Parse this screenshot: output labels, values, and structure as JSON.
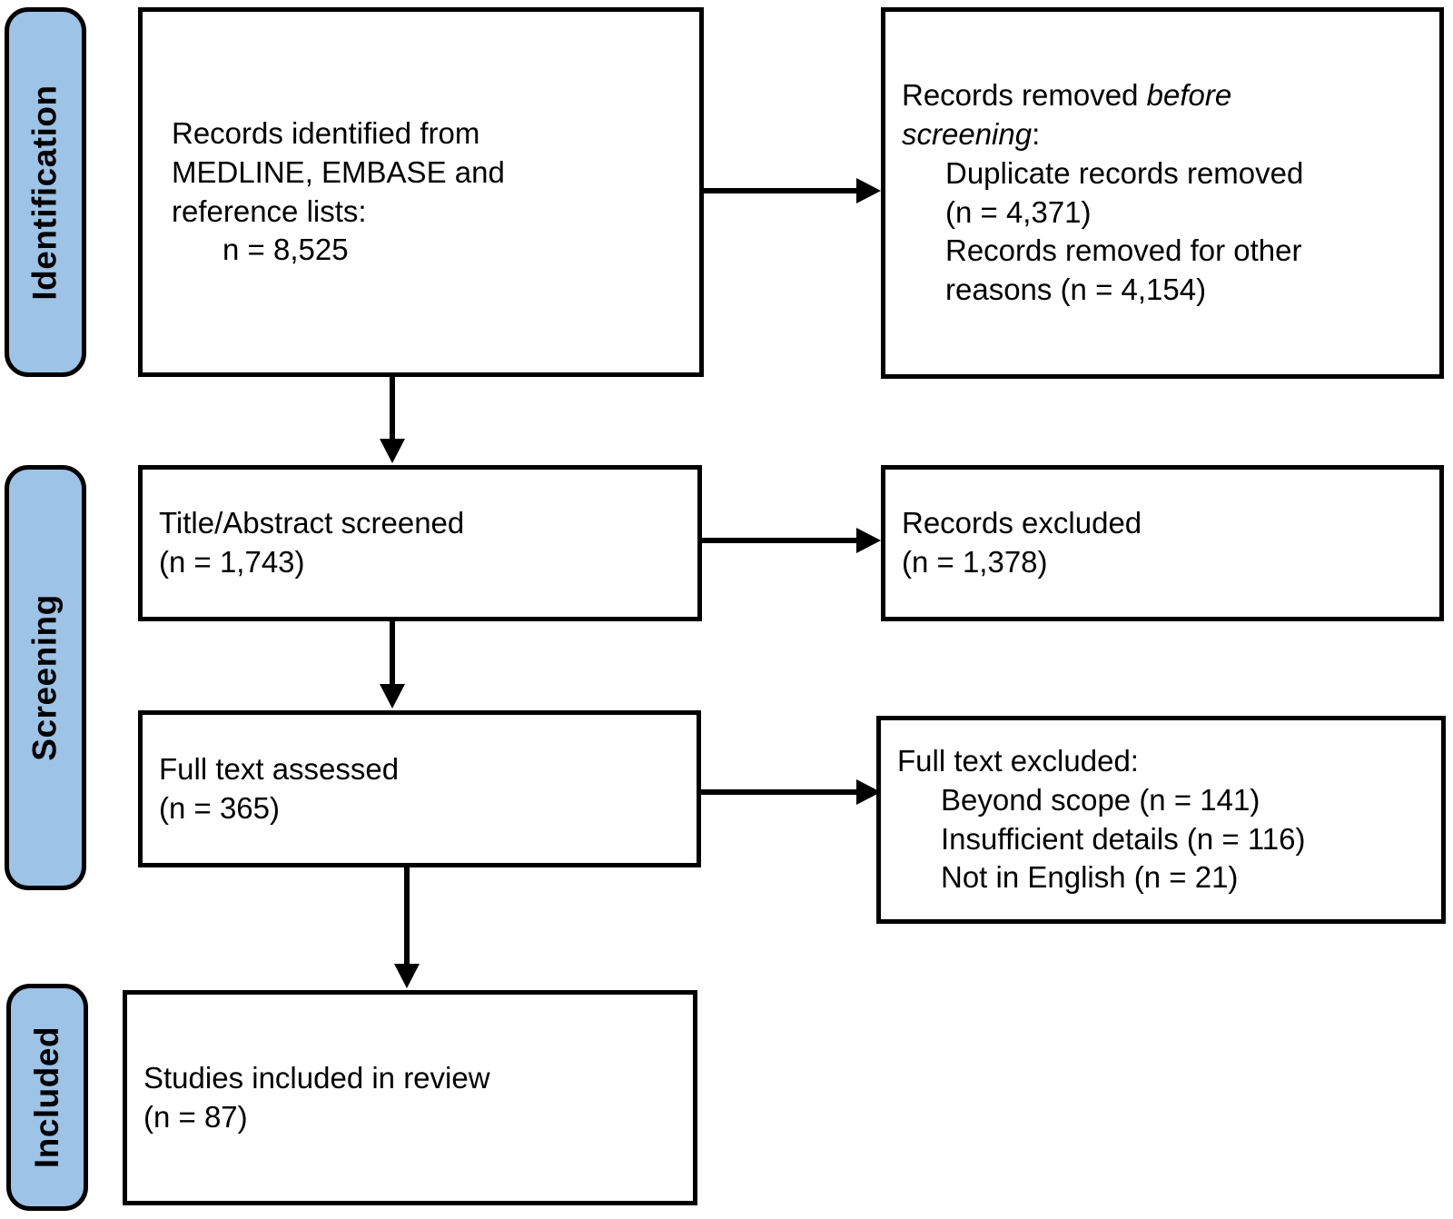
{
  "diagram": {
    "colors": {
      "stage_fill": "#9DC3E6",
      "stroke": "#000000"
    },
    "stages": [
      {
        "label": "Identification"
      },
      {
        "label": "Screening"
      },
      {
        "label": "Included"
      }
    ],
    "boxes": {
      "records_identified": {
        "lines": [
          "Records identified from",
          "MEDLINE, EMBASE and",
          "reference lists:"
        ],
        "count_line": "n = 8,525"
      },
      "records_removed": {
        "title_normal": "Records removed ",
        "title_italic_1": "before",
        "title_italic_2": "screening",
        "title_suffix": ":",
        "items": [
          "Duplicate records removed",
          "(n = 4,371)",
          "Records removed for other",
          "reasons (n = 4,154)"
        ]
      },
      "title_abstract_screened": {
        "lines": [
          "Title/Abstract screened",
          "(n = 1,743)"
        ]
      },
      "records_excluded": {
        "lines": [
          "Records excluded",
          "(n = 1,378)"
        ]
      },
      "full_text_assessed": {
        "lines": [
          "Full text assessed",
          "(n = 365)"
        ]
      },
      "full_text_excluded": {
        "title": "Full text excluded:",
        "items": [
          "Beyond scope (n = 141)",
          "Insufficient details (n = 116)",
          "Not in English (n = 21)"
        ]
      },
      "studies_included": {
        "lines": [
          "Studies included in review",
          "(n = 87)"
        ]
      }
    }
  }
}
